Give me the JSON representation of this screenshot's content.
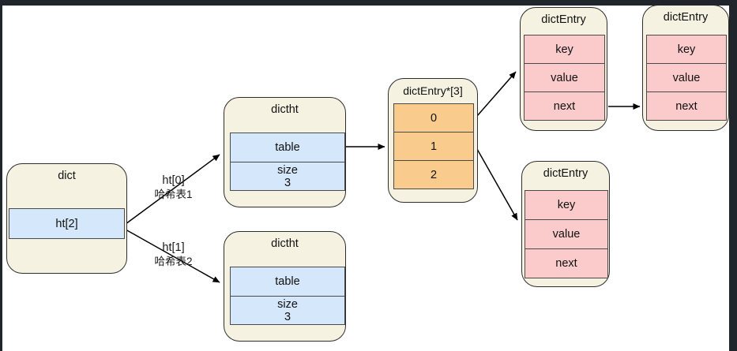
{
  "diagram": {
    "colors": {
      "background": "#ffffff",
      "frame": "#20252c",
      "container_fill": "#f6f2e2",
      "container_border": "#2d2d2d",
      "blue_cell": "#d5e7fa",
      "orange_cell": "#f9cb8d",
      "pink_cell": "#fbcbcb",
      "arrow": "#000000"
    },
    "labels": {
      "ht0_line1": "ht[0]",
      "ht0_line2": "哈希表1",
      "ht1_line1": "ht[1]",
      "ht1_line2": "哈希表2"
    },
    "nodes": {
      "dict": {
        "title": "dict",
        "cell": "ht[2]"
      },
      "dictht_top": {
        "title": "dictht",
        "table": "table",
        "size_label": "size",
        "size_value": "3"
      },
      "dictht_bottom": {
        "title": "dictht",
        "table": "table",
        "size_label": "size",
        "size_value": "3"
      },
      "bucket_array": {
        "title": "dictEntry*[3]",
        "slot0": "0",
        "slot1": "1",
        "slot2": "2"
      },
      "entry_chain_first": {
        "title": "dictEntry",
        "key": "key",
        "value": "value",
        "next": "next"
      },
      "entry_chain_second": {
        "title": "dictEntry",
        "key": "key",
        "value": "value",
        "next": "next"
      },
      "entry_bottom": {
        "title": "dictEntry",
        "key": "key",
        "value": "value",
        "next": "next"
      }
    }
  }
}
